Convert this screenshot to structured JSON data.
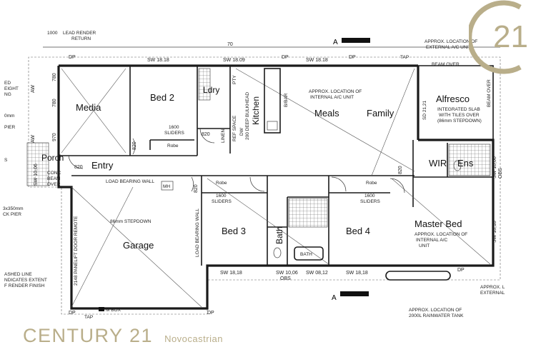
{
  "brand": {
    "name": "CENTURY 21",
    "subtitle": "Novocastrian",
    "seal_text": "21",
    "accent": "#b9ae8a"
  },
  "rooms": {
    "media": "Media",
    "bed2": "Bed 2",
    "laundry": "Ldry",
    "kitchen": "Kitchen",
    "meals": "Meals",
    "family": "Family",
    "alfresco": "Alfresco",
    "porch": "Porch",
    "entry": "Entry",
    "wir": "WIR",
    "ens": "Ens",
    "bed3": "Bed 3",
    "bed4": "Bed 4",
    "bath": "Bath",
    "bath_tub": "BATH",
    "garage": "Garage",
    "master": "Master Bed"
  },
  "notes": {
    "lead_render": "LEAD RENDER",
    "return": "RETURN",
    "top_dim": "1000",
    "dim_70": "70",
    "section_a": "A",
    "ac_external_top": "APPROX. LOCATION OF",
    "ac_external_top2": "EXTERNAL A/C UNIT",
    "ac_internal_top": "APPROX. LOCATION OF",
    "ac_internal_top2": "INTERNAL A/C UNIT",
    "beam_over": "BEAM OVER",
    "beam_over2": "BEAM OVER",
    "alfresco_note1": "INTEGRATED SLAB",
    "alfresco_note2": "WITH TILES OVER",
    "alfresco_note3": "(86mm STEPDOWN)",
    "sd": "SD 21,21",
    "bed2_sliders1": "1600",
    "bed2_sliders2": "SLIDERS",
    "robe_bed2": "Robe",
    "robe_bed3": "Robe",
    "robe_bed4": "Robe",
    "bed3_sliders1": "1600",
    "bed3_sliders2": "SLIDERS",
    "bed4_sliders1": "1600",
    "bed4_sliders2": "SLIDERS",
    "deep_bulkhead": "200 DEEP BULKHEAD",
    "bbar": "B/BAR",
    "linen": "LINEN",
    "pty": "PTY",
    "ref": "REF SPACE",
    "dw": "DW",
    "load_wall1": "LOAD BEARING WALL",
    "load_wall2": "LOAD BEARING WALL",
    "mh": "MH",
    "stepdown": "86mm STEPDOWN",
    "garage_door": "2148 PANELIFT DOOR REMOTE",
    "porch_note1": "CONC",
    "porch_note2": "BEAM",
    "porch_note3": "OVER",
    "master_ac1": "APPROX. LOCATION OF",
    "master_ac2": "INTERNAL A/C",
    "master_ac3": "UNIT",
    "ac_external_bot1": "APPROX. L",
    "ac_external_bot2": "EXTERNAL",
    "rainwater1": "APPROX. LOCATION OF",
    "rainwater2": "2000L RAINWATER TANK",
    "dashed_line1": "ASHED LINE",
    "dashed_line2": "NDICATES EXTENT",
    "dashed_line3": "F RENDER FINISH",
    "pier1": "3x350mm",
    "pier2": "CK PIER",
    "left_note1": "ED",
    "left_note2": "EIGHT",
    "left_note3": "NG",
    "left_note4": "0mm",
    "left_note5": "PIER",
    "left_s": "S",
    "mbox": "M BOX",
    "tap_top": "TAP",
    "tap_bot": "TAP",
    "obs1": "OBS",
    "obs2": "OBS",
    "aw1": "AW",
    "aw2": "AW",
    "sw_top1": "SW 18.18",
    "sw_top2": "SW 18.09",
    "sw_top3": "SW 18.18",
    "sw_bot1": "SW 18,18",
    "sw_bot2": "SW 10,06",
    "sw_bot3": "SW 08,12",
    "sw_bot4": "SW 18,18",
    "sw_right1": "SW 10,06",
    "sw_right2": "SW 18,18",
    "sw_left": "SW 10,06",
    "dp": "DP",
    "d820": "820",
    "d780a": "780",
    "d780b": "780",
    "d970": "970"
  }
}
